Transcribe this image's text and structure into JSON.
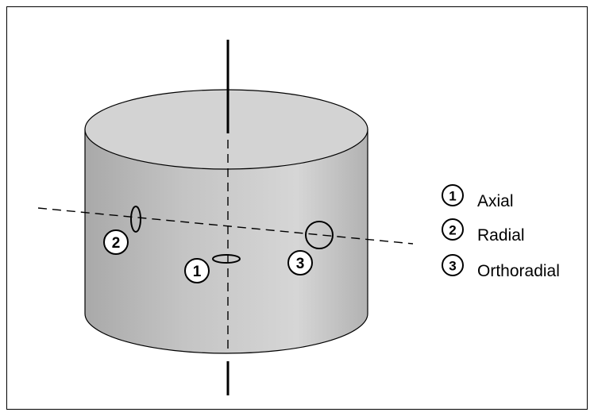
{
  "colors": {
    "cylinder_top": "#d4d4d4",
    "cylinder_side_light": "#d0d0d0",
    "cylinder_side_dark": "#a8a8a8",
    "stroke": "#000000",
    "background": "#ffffff"
  },
  "markers": [
    {
      "number": "1"
    },
    {
      "number": "2"
    },
    {
      "number": "3"
    }
  ],
  "legend": [
    {
      "number": "1",
      "label": "Axial"
    },
    {
      "number": "2",
      "label": "Radial"
    },
    {
      "number": "3",
      "label": "Orthoradial"
    }
  ]
}
